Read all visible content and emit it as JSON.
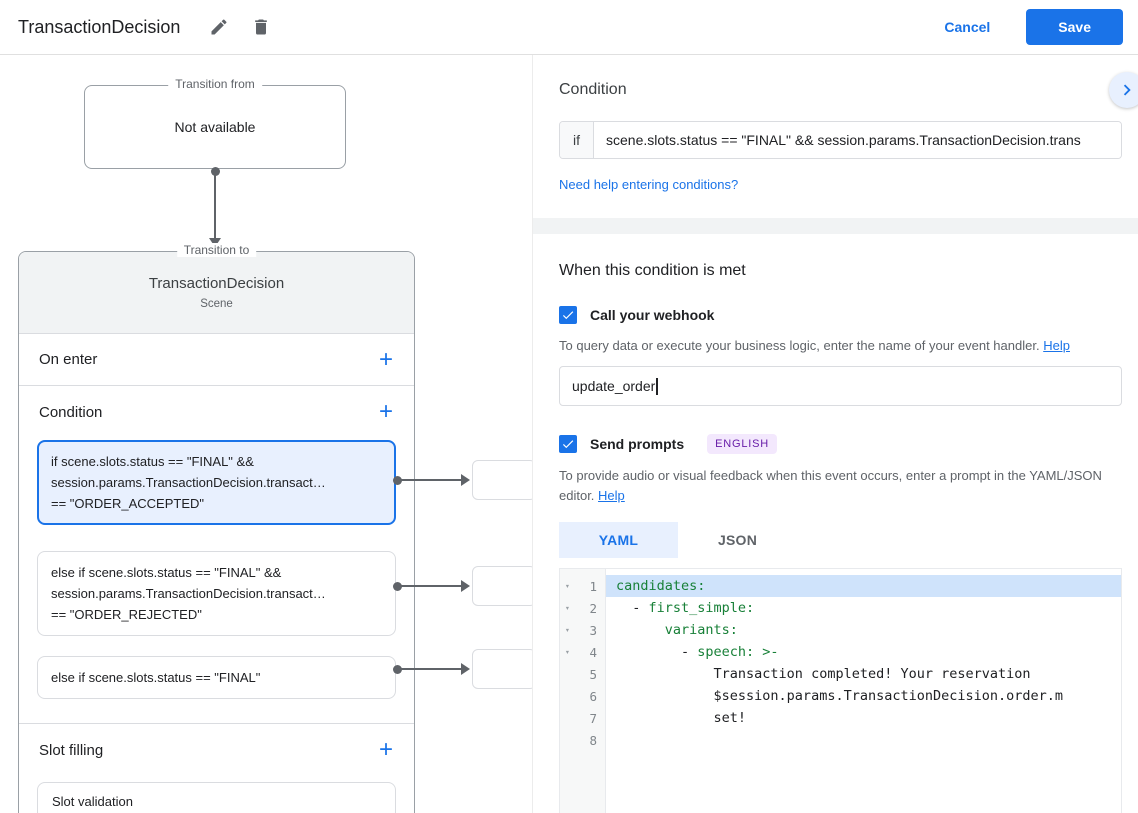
{
  "header": {
    "title": "TransactionDecision",
    "cancel_label": "Cancel",
    "save_label": "Save"
  },
  "colors": {
    "accent": "#1a73e8",
    "selected_bg": "#e8f0fe",
    "badge_bg": "#f3e8fd",
    "badge_text": "#681da8",
    "code_key": "#188038"
  },
  "diagram": {
    "transition_from": {
      "label": "Transition from",
      "content": "Not available"
    },
    "transition_to": {
      "label": "Transition to",
      "title": "TransactionDecision",
      "subtitle": "Scene"
    },
    "sections": {
      "on_enter": "On enter",
      "condition": "Condition",
      "slot_filling": "Slot filling",
      "slot_validation": "Slot validation"
    },
    "conditions": [
      {
        "selected": true,
        "lines": [
          "if scene.slots.status == \"FINAL\" &&",
          "session.params.TransactionDecision.transact…",
          "== \"ORDER_ACCEPTED\""
        ]
      },
      {
        "selected": false,
        "lines": [
          "else if scene.slots.status == \"FINAL\" &&",
          "session.params.TransactionDecision.transact…",
          "== \"ORDER_REJECTED\""
        ]
      },
      {
        "selected": false,
        "lines": [
          "else if scene.slots.status == \"FINAL\""
        ]
      }
    ]
  },
  "panel": {
    "condition_heading": "Condition",
    "if_label": "if",
    "condition_value": "scene.slots.status == \"FINAL\" && session.params.TransactionDecision.trans",
    "conditions_help_link": "Need help entering conditions?",
    "when_heading": "When this condition is met",
    "webhook": {
      "label": "Call your webhook",
      "description": "To query data or execute your business logic, enter the name of your event handler.",
      "help_label": "Help",
      "value": "update_order"
    },
    "prompts": {
      "label": "Send prompts",
      "badge": "ENGLISH",
      "description": "To provide audio or visual feedback when this event occurs, enter a prompt in the YAML/JSON editor.",
      "help_label": "Help",
      "tabs": [
        "YAML",
        "JSON"
      ],
      "active_tab": "YAML"
    },
    "editor": {
      "lines": [
        {
          "num": "1",
          "fold": true,
          "highlight": true,
          "parts": [
            {
              "text": "candidates:",
              "cls": "tok-key"
            }
          ]
        },
        {
          "num": "2",
          "fold": true,
          "parts": [
            {
              "text": "  - ",
              "cls": "tok-plain"
            },
            {
              "text": "first_simple:",
              "cls": "tok-key"
            }
          ]
        },
        {
          "num": "3",
          "fold": true,
          "parts": [
            {
              "text": "      ",
              "cls": "tok-plain"
            },
            {
              "text": "variants:",
              "cls": "tok-key"
            }
          ]
        },
        {
          "num": "4",
          "fold": true,
          "parts": [
            {
              "text": "        - ",
              "cls": "tok-plain"
            },
            {
              "text": "speech: >-",
              "cls": "tok-key"
            }
          ]
        },
        {
          "num": "5",
          "parts": [
            {
              "text": "            Transaction completed! Your reservation",
              "cls": "tok-plain"
            }
          ]
        },
        {
          "num": "6",
          "parts": [
            {
              "text": "            $session.params.TransactionDecision.order.m",
              "cls": "tok-plain"
            }
          ]
        },
        {
          "num": "7",
          "parts": [
            {
              "text": "            set!",
              "cls": "tok-plain"
            }
          ]
        },
        {
          "num": "8",
          "parts": []
        }
      ]
    }
  }
}
